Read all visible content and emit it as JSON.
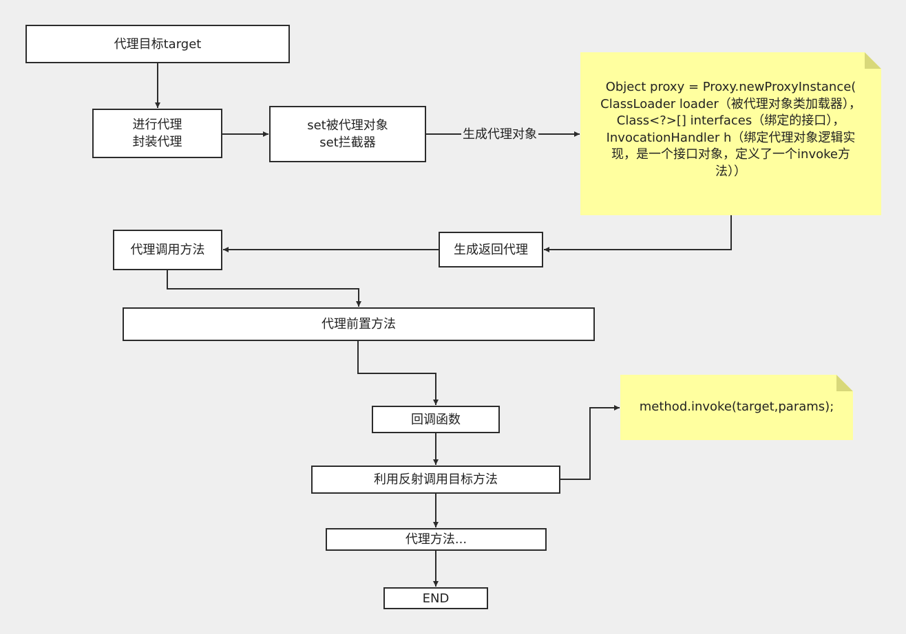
{
  "diagram": {
    "nodes": {
      "proxy_target": "代理目标target",
      "do_proxy_line1": "进行代理",
      "do_proxy_line2": "封装代理",
      "set_line1": "set被代理对象",
      "set_line2": "set拦截器",
      "return_proxy": "生成返回代理",
      "call_method": "代理调用方法",
      "before_method": "代理前置方法",
      "callback": "回调函数",
      "reflect_invoke": "利用反射调用目标方法",
      "proxy_method": "代理方法...",
      "end": "END"
    },
    "notes": {
      "new_proxy_lines": [
        "Object proxy = Proxy.newProxyInstance(",
        "ClassLoader loader（被代理对象类加载器），",
        "Class<?>[] interfaces（绑定的接口），",
        "InvocationHandler h（绑定代理对象逻辑实",
        "现，是一个接口对象，定义了一个invoke方",
        "法））"
      ],
      "invoke_code": "method.invoke(target,params);"
    },
    "edge_labels": {
      "generate_proxy": "生成代理对象"
    },
    "colors": {
      "background": "#efefef",
      "node_fill": "#ffffff",
      "stroke": "#2b2b2b",
      "note_fill": "#ffff9f",
      "note_fold": "#d8d87a"
    }
  }
}
